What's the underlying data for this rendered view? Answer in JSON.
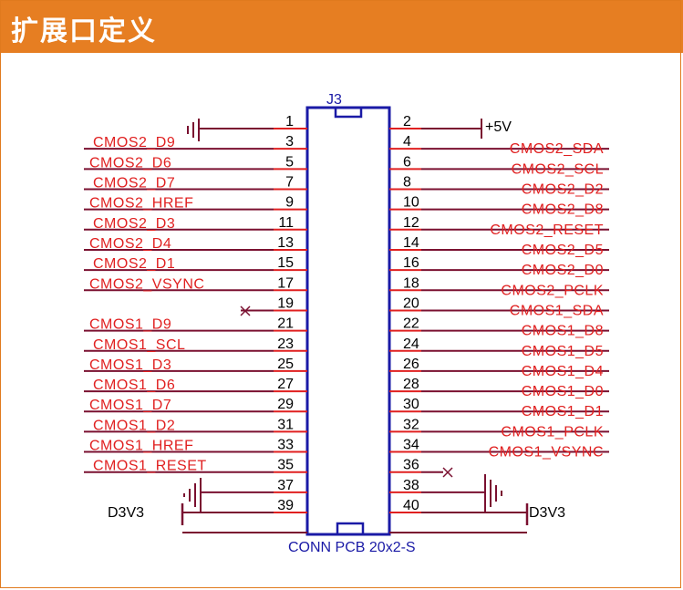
{
  "header": {
    "title": "扩展口定义"
  },
  "connector": {
    "designator": "J3",
    "part": "CONN PCB 20x2-S",
    "left_pins": [
      {
        "num": "1",
        "net": ""
      },
      {
        "num": "3",
        "net": "CMOS2_D9"
      },
      {
        "num": "5",
        "net": "CMOS2_D6"
      },
      {
        "num": "7",
        "net": "CMOS2_D7"
      },
      {
        "num": "9",
        "net": "CMOS2_HREF"
      },
      {
        "num": "11",
        "net": "CMOS2_D3"
      },
      {
        "num": "13",
        "net": "CMOS2_D4"
      },
      {
        "num": "15",
        "net": "CMOS2_D1"
      },
      {
        "num": "17",
        "net": "CMOS2_VSYNC"
      },
      {
        "num": "19",
        "net": ""
      },
      {
        "num": "21",
        "net": "CMOS1_D9"
      },
      {
        "num": "23",
        "net": "CMOS1_SCL"
      },
      {
        "num": "25",
        "net": "CMOS1_D3"
      },
      {
        "num": "27",
        "net": "CMOS1_D6"
      },
      {
        "num": "29",
        "net": "CMOS1_D7"
      },
      {
        "num": "31",
        "net": "CMOS1_D2"
      },
      {
        "num": "33",
        "net": "CMOS1_HREF"
      },
      {
        "num": "35",
        "net": "CMOS1_RESET"
      },
      {
        "num": "37",
        "net": ""
      },
      {
        "num": "39",
        "net": ""
      }
    ],
    "right_pins": [
      {
        "num": "2",
        "net": ""
      },
      {
        "num": "4",
        "net": "CMOS2_SDA"
      },
      {
        "num": "6",
        "net": "CMOS2_SCL"
      },
      {
        "num": "8",
        "net": "CMOS2_D2"
      },
      {
        "num": "10",
        "net": "CMOS2_D8"
      },
      {
        "num": "12",
        "net": "CMOS2_RESET"
      },
      {
        "num": "14",
        "net": "CMOS2_D5"
      },
      {
        "num": "16",
        "net": "CMOS2_D0"
      },
      {
        "num": "18",
        "net": "CMOS2_PCLK"
      },
      {
        "num": "20",
        "net": "CMOS1_SDA"
      },
      {
        "num": "22",
        "net": "CMOS1_D8"
      },
      {
        "num": "24",
        "net": "CMOS1_D5"
      },
      {
        "num": "26",
        "net": "CMOS1_D4"
      },
      {
        "num": "28",
        "net": "CMOS1_D0"
      },
      {
        "num": "30",
        "net": "CMOS1_D1"
      },
      {
        "num": "32",
        "net": "CMOS1_PCLK"
      },
      {
        "num": "34",
        "net": "CMOS1_VSYNC"
      },
      {
        "num": "36",
        "net": ""
      },
      {
        "num": "38",
        "net": ""
      },
      {
        "num": "40",
        "net": ""
      }
    ],
    "power_labels": {
      "plus5v": "+5V",
      "d3v3_left": "D3V3",
      "d3v3_right": "D3V3"
    }
  },
  "colors": {
    "header_bg": "#e67e22",
    "wire": "#7a1030",
    "pin_line": "#e02020",
    "net_label": "#e02020",
    "body_outline": "#1a1aa6"
  }
}
